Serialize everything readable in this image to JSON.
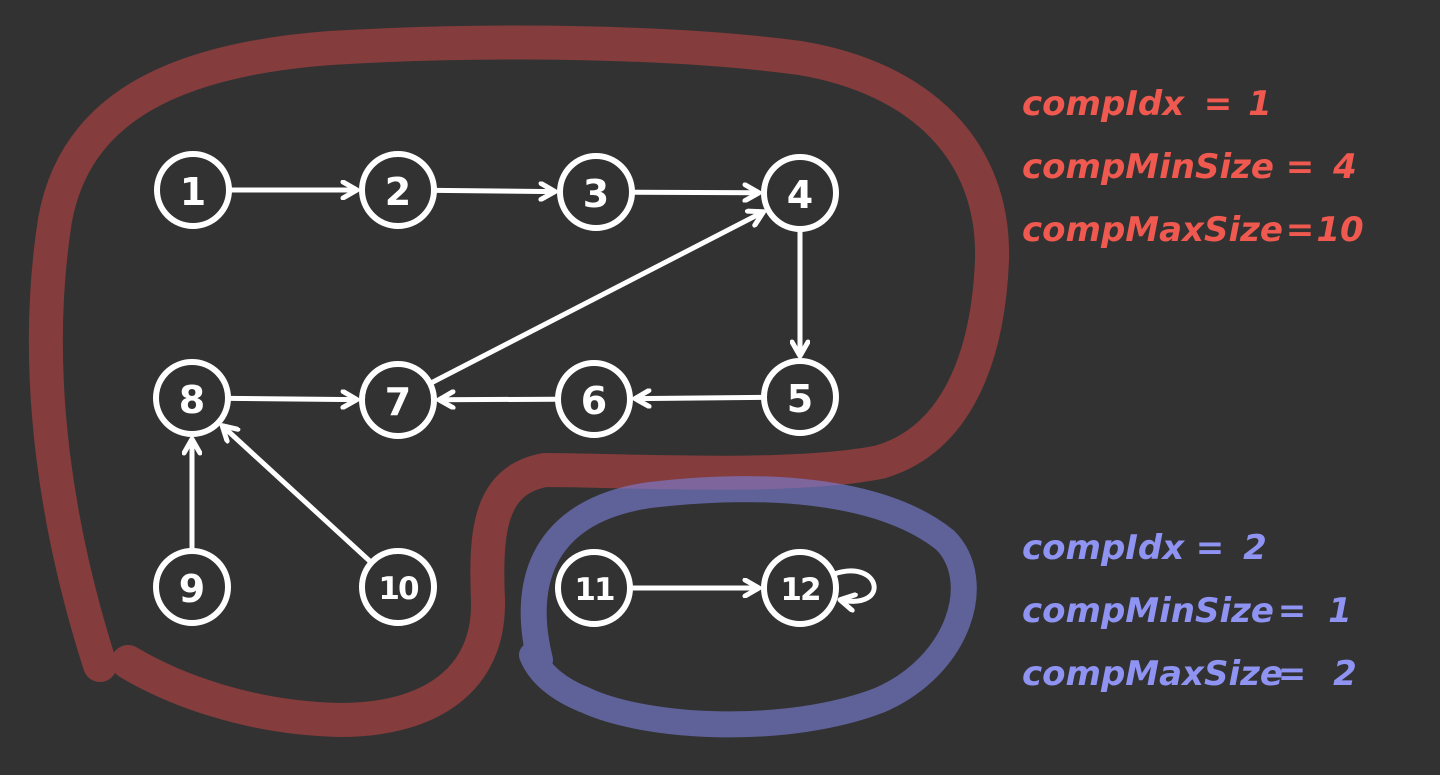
{
  "colors": {
    "background": "#323232",
    "node_stroke": "#ffffff",
    "edge": "#ffffff",
    "component_1": "#9b3f3f",
    "component_2": "#7a7fd9",
    "component_1_text": "#f0594f",
    "component_2_text": "#8f93f2"
  },
  "nodes": [
    {
      "id": "1",
      "label": "1"
    },
    {
      "id": "2",
      "label": "2"
    },
    {
      "id": "3",
      "label": "3"
    },
    {
      "id": "4",
      "label": "4"
    },
    {
      "id": "5",
      "label": "5"
    },
    {
      "id": "6",
      "label": "6"
    },
    {
      "id": "7",
      "label": "7"
    },
    {
      "id": "8",
      "label": "8"
    },
    {
      "id": "9",
      "label": "9"
    },
    {
      "id": "10",
      "label": "10"
    },
    {
      "id": "11",
      "label": "11"
    },
    {
      "id": "12",
      "label": "12"
    }
  ],
  "edges": [
    {
      "from": "1",
      "to": "2"
    },
    {
      "from": "2",
      "to": "3"
    },
    {
      "from": "3",
      "to": "4"
    },
    {
      "from": "4",
      "to": "5"
    },
    {
      "from": "5",
      "to": "6"
    },
    {
      "from": "6",
      "to": "7"
    },
    {
      "from": "7",
      "to": "4"
    },
    {
      "from": "8",
      "to": "7"
    },
    {
      "from": "9",
      "to": "8"
    },
    {
      "from": "10",
      "to": "8"
    },
    {
      "from": "11",
      "to": "12"
    },
    {
      "from": "12",
      "to": "12"
    }
  ],
  "components": [
    {
      "color_key": "component_1",
      "stats": [
        {
          "name": "compIdx",
          "eq": "=",
          "value": "1"
        },
        {
          "name": "compMinSize",
          "eq": "=",
          "value": "4"
        },
        {
          "name": "compMaxSize",
          "eq": "=",
          "value": "10"
        }
      ]
    },
    {
      "color_key": "component_2",
      "stats": [
        {
          "name": "compIdx",
          "eq": "=",
          "value": "2"
        },
        {
          "name": "compMinSize",
          "eq": "=",
          "value": "1"
        },
        {
          "name": "compMaxSize",
          "eq": "=",
          "value": "2"
        }
      ]
    }
  ]
}
